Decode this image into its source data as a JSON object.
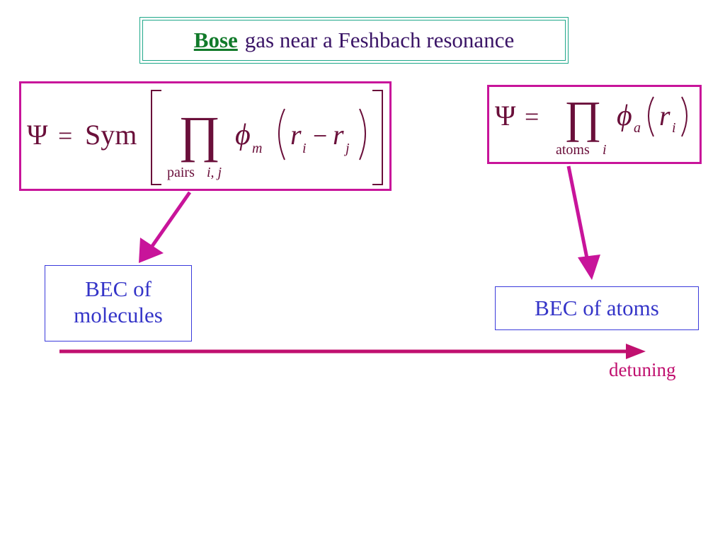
{
  "title": {
    "bold_word": "Bose",
    "rest": "gas near a Feshbach resonance"
  },
  "formula_left": {
    "lhs": "Ψ",
    "eq": "=",
    "sym": "Sym",
    "prod": "∏",
    "prod_sub": "pairs",
    "prod_sub_ij": "i, j",
    "phi": "ϕ",
    "phi_sub": "m",
    "r": "r",
    "i": "i",
    "minus": "−",
    "j": "j"
  },
  "formula_right": {
    "lhs": "Ψ",
    "eq": "=",
    "prod": "∏",
    "prod_sub": "atoms",
    "prod_sub_i": "i",
    "phi": "ϕ",
    "phi_sub": "a",
    "r": "r",
    "i": "i"
  },
  "bec_molecules": {
    "line1": "BEC of",
    "line2": "molecules"
  },
  "bec_atoms": {
    "label": "BEC of atoms"
  },
  "axis": {
    "label": "detuning"
  },
  "colors": {
    "title_border": "#1fa88a",
    "bose": "#117a2a",
    "formula_border": "#c8149a",
    "arrow": "#c8149a",
    "bec_border": "#3a3adb",
    "bec_text": "#3535c8",
    "detuning": "#c0106f"
  }
}
